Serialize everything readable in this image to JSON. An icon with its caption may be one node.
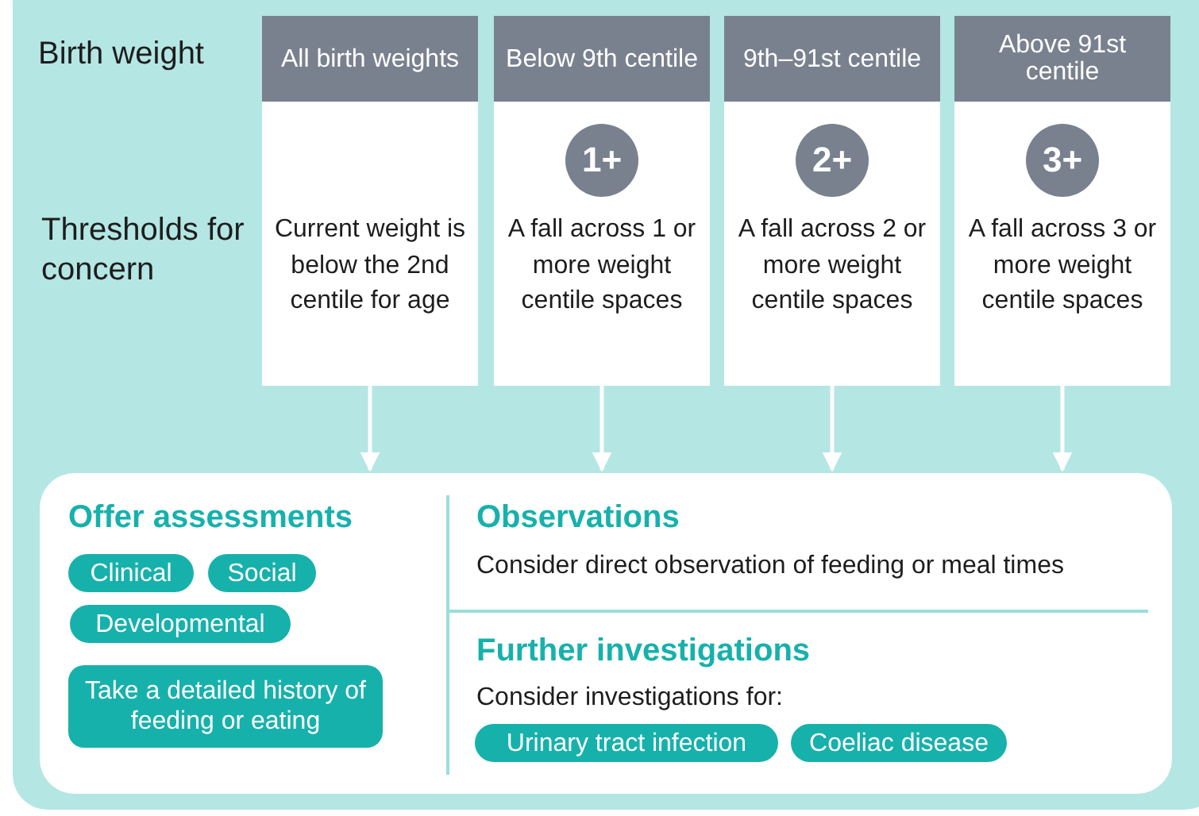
{
  "diagram": {
    "nodes": [
      {
        "text": [
          "All birth weights",
          "Current weight is below the 2nd centile for age"
        ]
      },
      {
        "text": [
          "Below 9th centile",
          "A fall across 1 or more weight centile spaces"
        ]
      },
      {
        "text": [
          "1+"
        ],
        "in": 1
      },
      {
        "text": [
          "9th–91st centile",
          "A fall across 2 or more weight centile spaces"
        ]
      },
      {
        "text": [
          "2+"
        ],
        "in": 3
      },
      {
        "text": [
          "Above 91st centile",
          "A fall across 3 or more weight centile spaces"
        ]
      },
      {
        "text": [
          "3+"
        ],
        "in": 5
      },
      {
        "text": [
          "Offer assessments",
          "Observations",
          "Consider direct observation of feeding or meal times",
          "Further investigations",
          "Consider investigations for:"
        ]
      },
      {
        "text": [
          "Clinical"
        ],
        "in": 7
      },
      {
        "text": [
          "Social"
        ],
        "in": 7
      },
      {
        "text": [
          "Developmental"
        ],
        "in": 7
      },
      {
        "text": [
          "Take a detailed history of feeding or eating"
        ],
        "in": 7
      },
      {
        "text": [
          "Urinary tract infection"
        ],
        "in": 7
      },
      {
        "text": [
          "Coeliac disease"
        ],
        "in": 7
      }
    ],
    "edges": [
      {
        "from": 0,
        "to": 7,
        "arrow": "to"
      },
      {
        "from": 1,
        "to": 7,
        "arrow": "to"
      },
      {
        "from": 3,
        "to": 7,
        "arrow": "to"
      },
      {
        "from": 5,
        "to": 7,
        "arrow": "to"
      }
    ],
    "labels": [
      "Birth weight",
      "Thresholds for concern"
    ]
  }
}
